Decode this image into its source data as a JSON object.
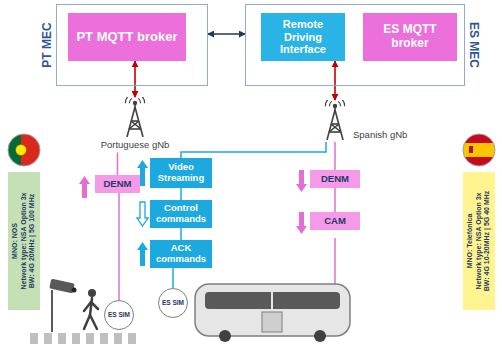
{
  "diagram": {
    "nodes": [
      {
        "text": [
          "PT MEC"
        ]
      },
      {
        "text": [
          "PT MQTT broker"
        ],
        "in": 0
      },
      {
        "text": [
          "ES MEC"
        ]
      },
      {
        "text": [
          "Remote Driving Interface"
        ],
        "in": 2
      },
      {
        "text": [
          "ES MQTT broker"
        ],
        "in": 2
      },
      {
        "text": [
          "Portuguese gNb"
        ]
      },
      {
        "text": [
          "Spanish gNb"
        ]
      },
      {
        "text": [
          "DENM"
        ]
      },
      {
        "text": [
          "Video Streaming"
        ]
      },
      {
        "text": [
          "Control commands"
        ]
      },
      {
        "text": [
          "ACK commands"
        ]
      },
      {
        "text": [
          "DENM"
        ]
      },
      {
        "text": [
          "CAM"
        ]
      },
      {
        "text": [
          "MNO: NOS",
          "Network type: NSA Option 3x",
          "BW: 4G 20MHz | 5G 100 MHz"
        ]
      },
      {
        "text": [
          "MNO: Telefónica",
          "Network type: NSA Option 3x",
          "BW: 4G 10-20MHz | 5G 40 MHz"
        ]
      },
      {
        "text": [
          "ES SIM"
        ]
      },
      {
        "text": [
          "ES SIM"
        ]
      }
    ],
    "edges": [
      {
        "from": 0,
        "to": 2,
        "arrow": "both"
      },
      {
        "from": 1,
        "to": 5,
        "arrow": "both"
      },
      {
        "from": 3,
        "to": 6,
        "arrow": "both"
      },
      {
        "from": 7,
        "to": 5,
        "arrow": "none"
      },
      {
        "from": 15,
        "to": 7,
        "arrow": "none"
      },
      {
        "from": 6,
        "to": 8,
        "arrow": "none"
      },
      {
        "from": 8,
        "to": 9,
        "arrow": "none"
      },
      {
        "from": 9,
        "to": 10,
        "arrow": "none"
      },
      {
        "from": 10,
        "to": 16,
        "arrow": "none"
      },
      {
        "from": 6,
        "to": 11,
        "arrow": "none"
      },
      {
        "from": 11,
        "to": 12,
        "arrow": "none"
      }
    ]
  }
}
